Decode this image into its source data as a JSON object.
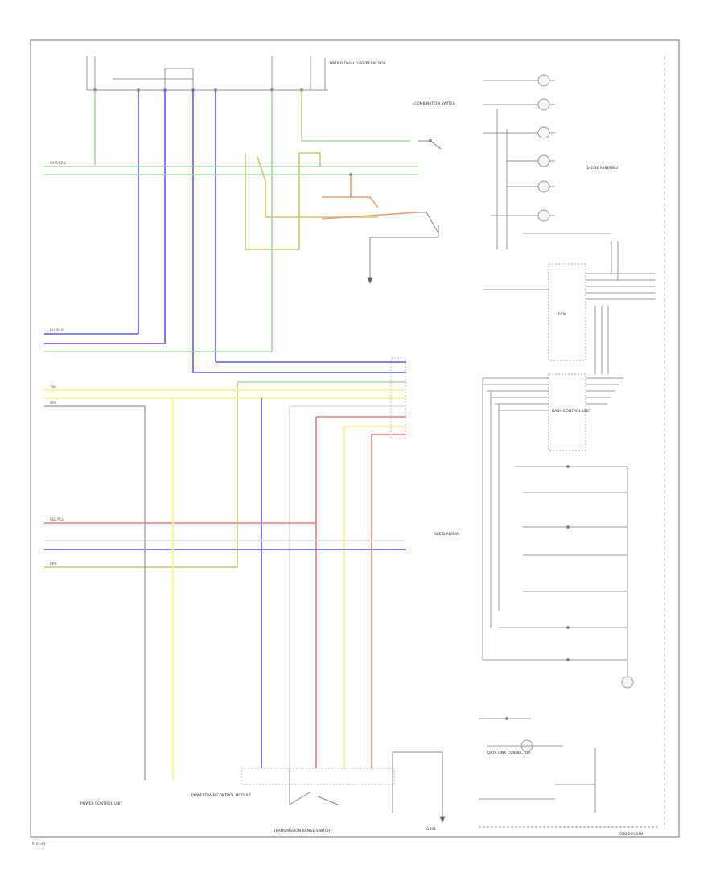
{
  "labels": {
    "top_fuse_box": "UNDER-DASH FUSE/RELAY BOX",
    "switch_tr": "COMBINATION SWITCH",
    "right_stack": "GAUGE ASSEMBLY",
    "ecm_box": "ECM",
    "dash_box": "DASH CONTROL UNIT",
    "left_bottom": "POWER CONTROL UNIT",
    "pcm_label": "POWERTRAIN CONTROL MODULE",
    "center_bottom": "TRANSMISSION RANGE SWITCH",
    "gnd_label": "G401",
    "ref_mid": "SEE DIAGRAM",
    "ref_right": "DATA LINK CONNECTOR",
    "page_id": "P101-03",
    "footer_right": "GND DIAGRAM"
  },
  "wire_colors": {
    "green": "#9fe09f",
    "blue": "#5d5dff",
    "yellow": "#f5f57a",
    "red": "#f07a7a",
    "gray": "#aaaaaa",
    "olive": "#c8c870",
    "orange": "#f0a070"
  },
  "wires": [
    {
      "name": "WHT/GRN",
      "color": "green"
    },
    {
      "name": "BLU/BLK",
      "color": "blue"
    },
    {
      "name": "YEL",
      "color": "yellow"
    },
    {
      "name": "RED/YEL",
      "color": "red"
    },
    {
      "name": "BRN",
      "color": "olive"
    },
    {
      "name": "GRY",
      "color": "gray"
    }
  ]
}
